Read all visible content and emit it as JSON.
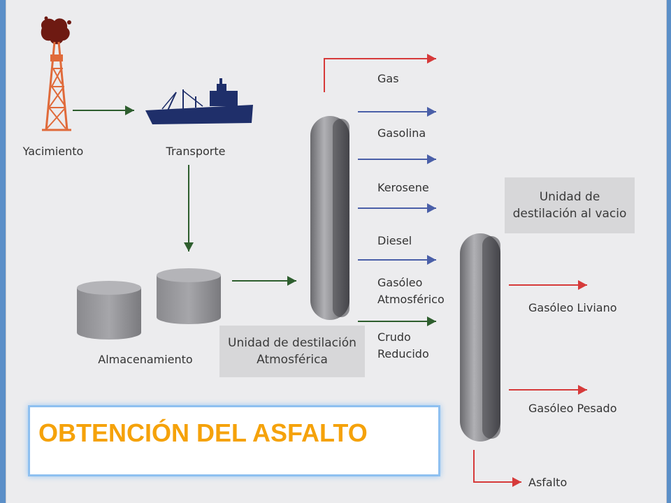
{
  "slide": {
    "title": "OBTENCIÓN DEL ASFALTO"
  },
  "labels": {
    "yacimiento": "Yacimiento",
    "transporte": "Transporte",
    "almacenamiento": "Almacenamiento",
    "unidad_atmosferica": [
      "Unidad de destilación",
      "Atmosférica"
    ],
    "unidad_vacio": [
      "Unidad de",
      "destilación al vacio"
    ]
  },
  "atmospheric_products": [
    {
      "lines": [
        "Gas"
      ],
      "arrow": "red"
    },
    {
      "lines": [
        "Gasolina"
      ],
      "arrow": "blue"
    },
    {
      "lines": [
        "Kerosene"
      ],
      "arrow": "blue"
    },
    {
      "lines": [
        "Diesel"
      ],
      "arrow": "blue"
    },
    {
      "lines": [
        "Gasóleo",
        "Atmosférico"
      ],
      "arrow": "blue"
    },
    {
      "lines": [
        "Crudo",
        "Reducido"
      ],
      "arrow": "green"
    }
  ],
  "vacuum_products": [
    {
      "label": "Gasóleo Liviano",
      "arrow": "red"
    },
    {
      "label": "Gasóleo Pesado",
      "arrow": "red"
    },
    {
      "label": "Asfalto",
      "arrow": "red"
    }
  ],
  "colors": {
    "green_arrow": "#2e5e2e",
    "blue_arrow": "#4a5fa8",
    "red_arrow": "#d63a3a",
    "title_orange": "#f5a20a",
    "label_box": "#d7d7d9",
    "background": "#ececee"
  },
  "icons": [
    "oil-derrick-icon",
    "ship-icon",
    "storage-tank-icon",
    "distillation-column-icon"
  ]
}
